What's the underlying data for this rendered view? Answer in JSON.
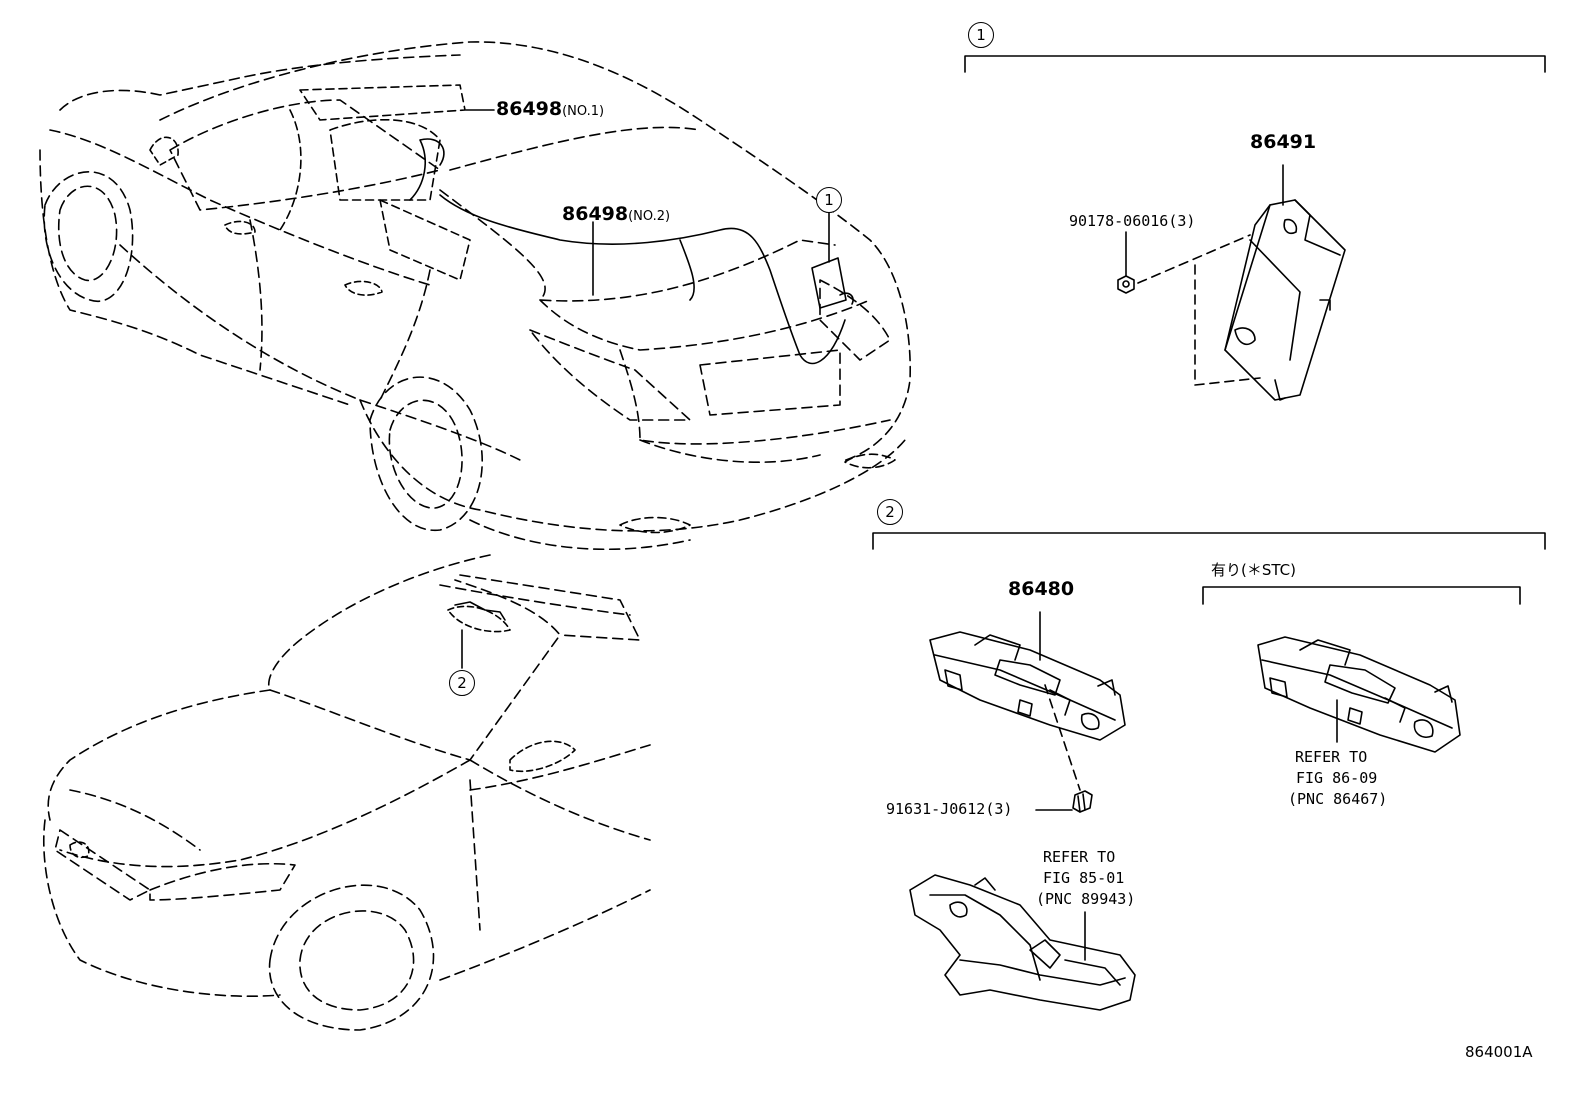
{
  "parts": {
    "p86498_no1": {
      "number": "86498",
      "suffix": "(NO.1)"
    },
    "p86498_no2": {
      "number": "86498",
      "suffix": "(NO.2)"
    },
    "p86491": "86491",
    "p90178": "90178-06016(3)",
    "p86480": "86480",
    "p91631": "91631-J0612(3)"
  },
  "callouts": {
    "one": "1",
    "two": "2"
  },
  "notes": {
    "option_stc": "有り(＊STC)",
    "ref_86_09": [
      "REFER TO",
      "FIG 86-09",
      "(PNC 86467)"
    ],
    "ref_85_01": [
      "REFER TO",
      "FIG 85-01",
      "(PNC 89943)"
    ]
  },
  "diagram_code": "864001A"
}
